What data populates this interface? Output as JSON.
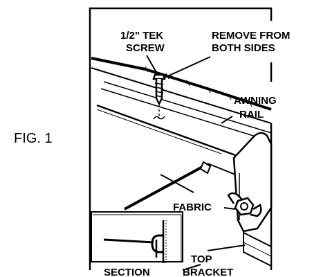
{
  "figure": {
    "label": "FIG. 1"
  },
  "callouts": {
    "screw_line1": "1/2\" TEK",
    "screw_line2": "SCREW",
    "remove_line1": "REMOVE FROM",
    "remove_line2": "BOTH SIDES",
    "rail_line1": "AWNING",
    "rail_line2": "RAIL",
    "fabric": "FABRIC",
    "bracket_line1": "TOP",
    "bracket_line2": "BRACKET",
    "section": "SECTION"
  },
  "colors": {
    "ink": "#000000",
    "paper": "#ffffff"
  }
}
